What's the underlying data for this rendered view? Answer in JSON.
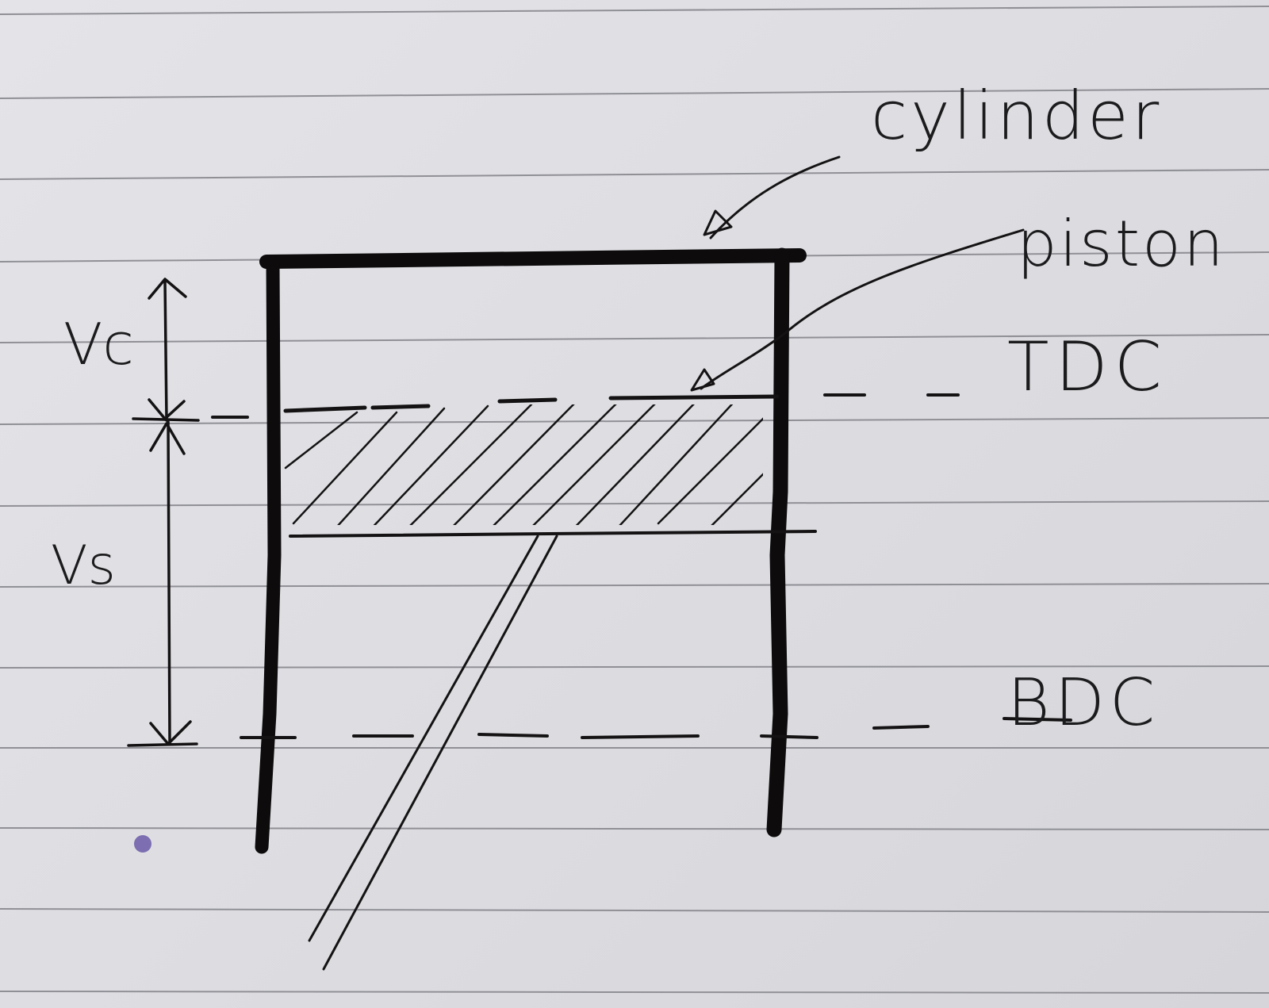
{
  "diagram": {
    "labels": {
      "cylinder": "cylinder",
      "piston": "piston",
      "tdc": "TDC",
      "bdc": "BDC",
      "vc": "Vc",
      "vs": "Vs"
    }
  }
}
